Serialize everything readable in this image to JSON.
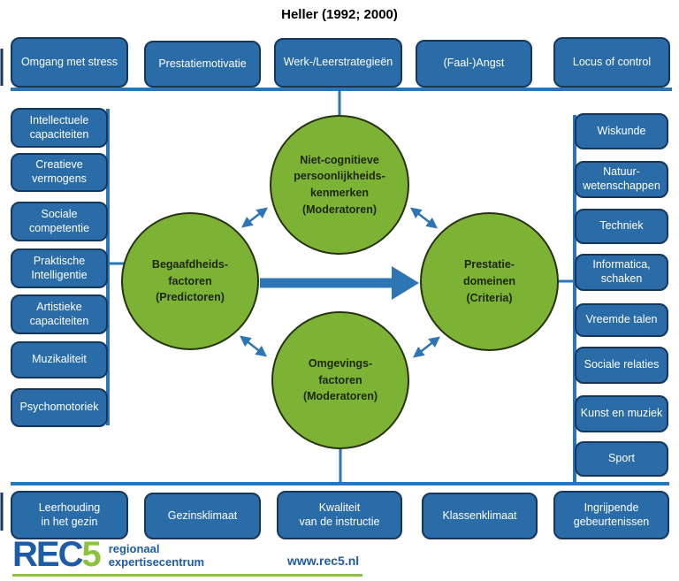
{
  "title": "Heller (1992; 2000)",
  "moderators_top": {
    "items": [
      "Omgang met stress",
      "Prestatiemotivatie",
      "Werk-/Leerstrategieën",
      "(Faal-)Angst",
      "Locus of control"
    ]
  },
  "predictors_left": {
    "items": [
      "Intellectuele\ncapaciteiten",
      "Creatieve\nvermogens",
      "Sociale\ncompetentie",
      "Praktische\nIntelligentie",
      "Artistieke\ncapaciteiten",
      "Muzikaliteit",
      "Psychomotoriek"
    ]
  },
  "criteria_right": {
    "items": [
      "Wiskunde",
      "Natuur-\nwetenschappen",
      "Techniek",
      "Informatica,\nschaken",
      "Vreemde talen",
      "Sociale relaties",
      "Kunst en muziek",
      "Sport"
    ]
  },
  "moderators_bottom": {
    "items": [
      "Leerhouding\nin het gezin",
      "Gezinsklimaat",
      "Kwaliteit\nvan de instructie",
      "Klassenklimaat",
      "Ingrijpende\ngebeurtenissen"
    ]
  },
  "circles": {
    "top": "Niet-cognitieve\npersoonlijkheids-\nkenmerken\n(Moderatoren)",
    "left": "Begaafdheids-\nfactoren\n(Predictoren)",
    "right": "Prestatie-\ndomeinen\n(Criteria)",
    "bottom": "Omgevings-\nfactoren\n(Moderatoren)"
  },
  "footer": {
    "logo_rec": "REC",
    "logo_5": "5",
    "logo_sub": "regionaal\nexpertisecentrum",
    "website": "www.rec5.nl"
  },
  "colors": {
    "box_blue": "#2a6ca8",
    "box_border": "#16365c",
    "circle_green": "#7db335",
    "arrow_blue": "#2e75b6",
    "logo_blue": "#1d5ca8",
    "logo_green": "#8cc23c"
  }
}
